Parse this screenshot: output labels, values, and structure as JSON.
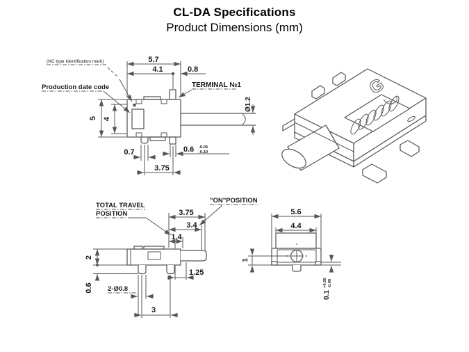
{
  "header": {
    "title": "CL-DA Specifications",
    "subtitle": "Product Dimensions (mm)"
  },
  "colors": {
    "line": "#55565a",
    "text": "#17181a"
  },
  "top_view": {
    "labels": {
      "nc_mark": "(NC type Identification mark)",
      "date_code": "Production date code",
      "terminal": "TERMINAL №1"
    },
    "dims": {
      "body_width": "5.7",
      "terminal_span": "4.1",
      "edge_offset": "0.8",
      "shaft_dia": "Ø1.2",
      "body_depth": "5",
      "inner_depth": "4",
      "pin_width": "0.7",
      "terminal_width": "0.6",
      "terminal_tol_upper": "-0.05",
      "terminal_tol_lower": "-0.10",
      "pin_pitch": "3.75"
    }
  },
  "iso_view": {
    "marking": "G"
  },
  "side_view": {
    "labels": {
      "total_travel_line1": "TOTAL TRAVEL",
      "total_travel_line2": "POSITION",
      "on_position": "\"ON\"POSITION"
    },
    "dims": {
      "total_travel": "3.75",
      "on_travel": "3.4",
      "free_travel": "1.4",
      "shaft_exposed": "1.25",
      "body_height": "2",
      "pin_length": "0.6",
      "pin_holes": "2-Ø0.8",
      "pin_pitch": "3"
    }
  },
  "end_view": {
    "dims": {
      "body_width": "5.6",
      "top_width": "4.4",
      "center_height": "1",
      "standoff": "0.1",
      "standoff_tol_upper": "+0.05",
      "standoff_tol_lower": "-0.05"
    }
  }
}
